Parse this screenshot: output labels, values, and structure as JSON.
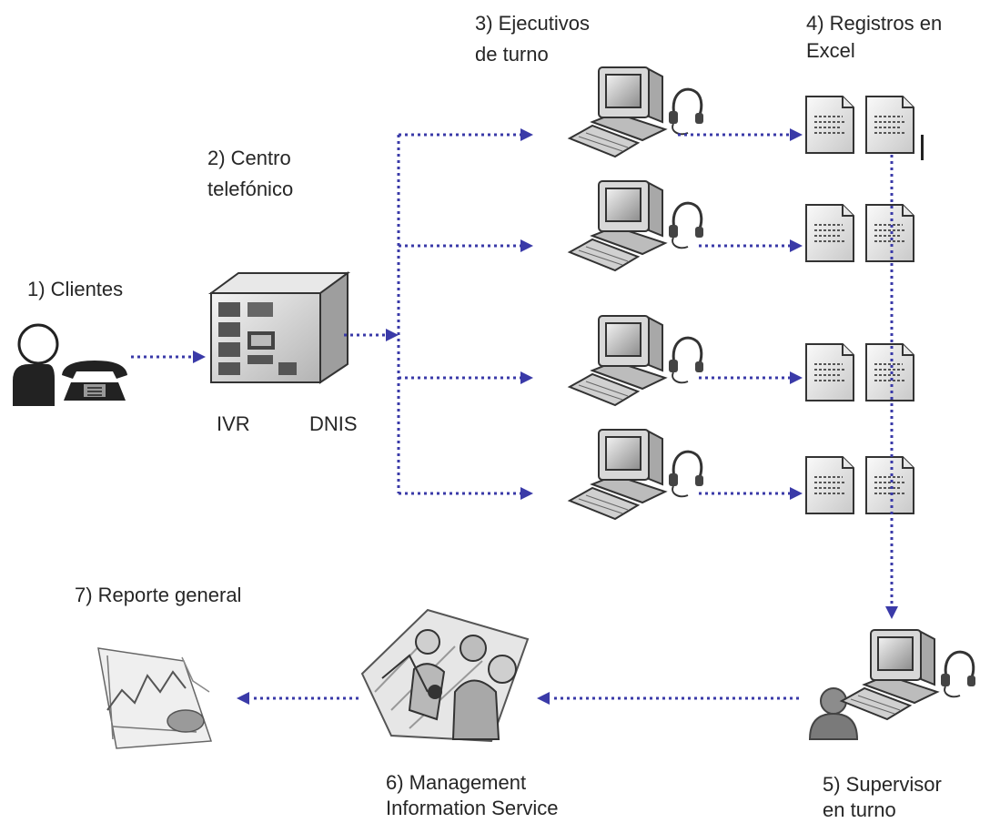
{
  "labels": {
    "clients": "1) Clientes",
    "call_center_l1": "2) Centro",
    "call_center_l2": "telefónico",
    "ivr": "IVR",
    "dnis": "DNIS",
    "executives_l1": "3) Ejecutivos",
    "executives_l2": "de turno",
    "registers_l1": "4) Registros en",
    "registers_l2": "Excel",
    "supervisor_l1": "5) Supervisor",
    "supervisor_l2": "en turno",
    "mis_l1": "6) Management",
    "mis_l2": "Information Service",
    "report": "7) Reporte general"
  },
  "colors": {
    "flow": "#3a3aa8",
    "icon_dark": "#333333",
    "icon_mid": "#9a9a9a",
    "icon_light": "#e4e4e4"
  }
}
